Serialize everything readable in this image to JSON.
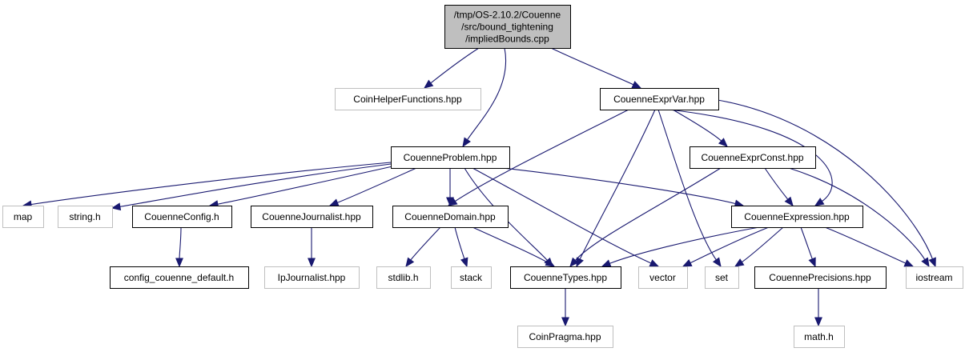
{
  "diagram": {
    "colors": {
      "edge": "#191970",
      "root_fill": "#bfbfbf",
      "root_stroke": "#000000",
      "local_stroke": "#000000",
      "external_stroke": "#bfbfbf",
      "external_text": "#404040",
      "fill": "#ffffff"
    },
    "nodes": [
      {
        "id": "root",
        "kind": "root",
        "label_lines": [
          "/tmp/OS-2.10.2/Couenne",
          "/src/bound_tightening",
          "/impliedBounds.cpp"
        ]
      },
      {
        "id": "coinhelper",
        "kind": "external",
        "label_lines": [
          "CoinHelperFunctions.hpp"
        ]
      },
      {
        "id": "exprvar",
        "kind": "local",
        "label_lines": [
          "CouenneExprVar.hpp"
        ]
      },
      {
        "id": "problem",
        "kind": "local",
        "label_lines": [
          "CouenneProblem.hpp"
        ]
      },
      {
        "id": "exprconst",
        "kind": "local",
        "label_lines": [
          "CouenneExprConst.hpp"
        ]
      },
      {
        "id": "map",
        "kind": "external",
        "label_lines": [
          "map"
        ]
      },
      {
        "id": "stringh",
        "kind": "external",
        "label_lines": [
          "string.h"
        ]
      },
      {
        "id": "config",
        "kind": "local",
        "label_lines": [
          "CouenneConfig.h"
        ]
      },
      {
        "id": "journalist",
        "kind": "local",
        "label_lines": [
          "CouenneJournalist.hpp"
        ]
      },
      {
        "id": "domain",
        "kind": "local",
        "label_lines": [
          "CouenneDomain.hpp"
        ]
      },
      {
        "id": "expression",
        "kind": "local",
        "label_lines": [
          "CouenneExpression.hpp"
        ]
      },
      {
        "id": "configdefault",
        "kind": "local",
        "label_lines": [
          "config_couenne_default.h"
        ]
      },
      {
        "id": "ipjournalist",
        "kind": "external",
        "label_lines": [
          "IpJournalist.hpp"
        ]
      },
      {
        "id": "stdlib",
        "kind": "external",
        "label_lines": [
          "stdlib.h"
        ]
      },
      {
        "id": "stack",
        "kind": "external",
        "label_lines": [
          "stack"
        ]
      },
      {
        "id": "types",
        "kind": "local",
        "label_lines": [
          "CouenneTypes.hpp"
        ]
      },
      {
        "id": "vector",
        "kind": "external",
        "label_lines": [
          "vector"
        ]
      },
      {
        "id": "set",
        "kind": "external",
        "label_lines": [
          "set"
        ]
      },
      {
        "id": "precisions",
        "kind": "local",
        "label_lines": [
          "CouennePrecisions.hpp"
        ]
      },
      {
        "id": "iostream",
        "kind": "external",
        "label_lines": [
          "iostream"
        ]
      },
      {
        "id": "coinpragma",
        "kind": "external",
        "label_lines": [
          "CoinPragma.hpp"
        ]
      },
      {
        "id": "mathh",
        "kind": "external",
        "label_lines": [
          "math.h"
        ]
      }
    ],
    "edges": [
      {
        "from": "root",
        "to": "coinhelper"
      },
      {
        "from": "root",
        "to": "exprvar"
      },
      {
        "from": "root",
        "to": "problem"
      },
      {
        "from": "exprvar",
        "to": "exprconst"
      },
      {
        "from": "exprvar",
        "to": "domain"
      },
      {
        "from": "exprvar",
        "to": "types"
      },
      {
        "from": "exprvar",
        "to": "set"
      },
      {
        "from": "exprvar",
        "to": "expression"
      },
      {
        "from": "exprvar",
        "to": "iostream"
      },
      {
        "from": "exprconst",
        "to": "expression"
      },
      {
        "from": "exprconst",
        "to": "types"
      },
      {
        "from": "exprconst",
        "to": "iostream"
      },
      {
        "from": "problem",
        "to": "map"
      },
      {
        "from": "problem",
        "to": "stringh"
      },
      {
        "from": "problem",
        "to": "config"
      },
      {
        "from": "problem",
        "to": "journalist"
      },
      {
        "from": "problem",
        "to": "domain"
      },
      {
        "from": "problem",
        "to": "types"
      },
      {
        "from": "problem",
        "to": "vector"
      },
      {
        "from": "problem",
        "to": "expression"
      },
      {
        "from": "config",
        "to": "configdefault"
      },
      {
        "from": "journalist",
        "to": "ipjournalist"
      },
      {
        "from": "domain",
        "to": "stdlib"
      },
      {
        "from": "domain",
        "to": "stack"
      },
      {
        "from": "domain",
        "to": "types"
      },
      {
        "from": "expression",
        "to": "types"
      },
      {
        "from": "expression",
        "to": "vector"
      },
      {
        "from": "expression",
        "to": "set"
      },
      {
        "from": "expression",
        "to": "precisions"
      },
      {
        "from": "expression",
        "to": "iostream"
      },
      {
        "from": "types",
        "to": "coinpragma"
      },
      {
        "from": "precisions",
        "to": "mathh"
      }
    ]
  }
}
